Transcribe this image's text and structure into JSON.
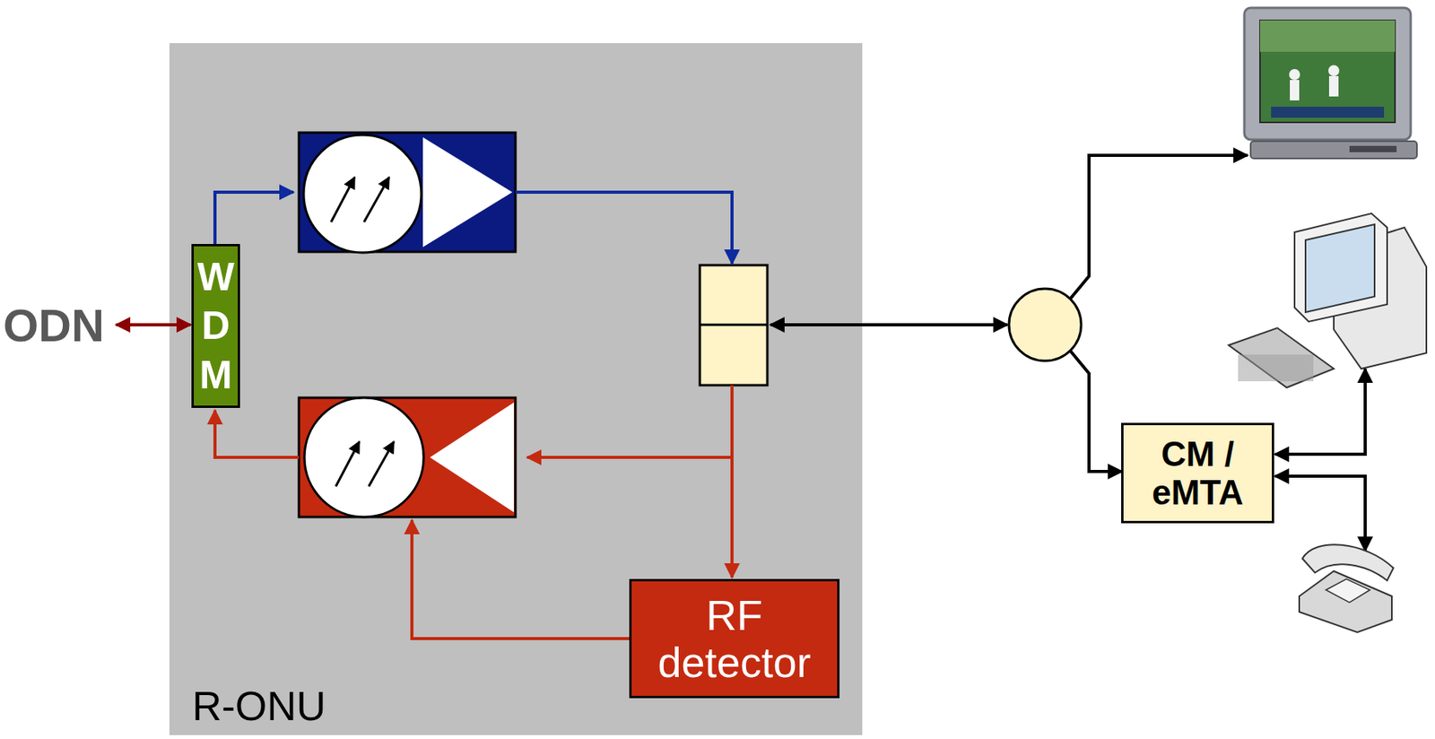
{
  "diagram": {
    "nodes": [
      {
        "text": [
          "R-ONU"
        ]
      },
      {
        "text": [
          "WDM"
        ],
        "in": 0
      },
      {
        "text": [
          "RF detector"
        ],
        "in": 0
      },
      {
        "text": [
          "CM / eMTA"
        ]
      }
    ],
    "labels": [
      "ODN"
    ]
  }
}
